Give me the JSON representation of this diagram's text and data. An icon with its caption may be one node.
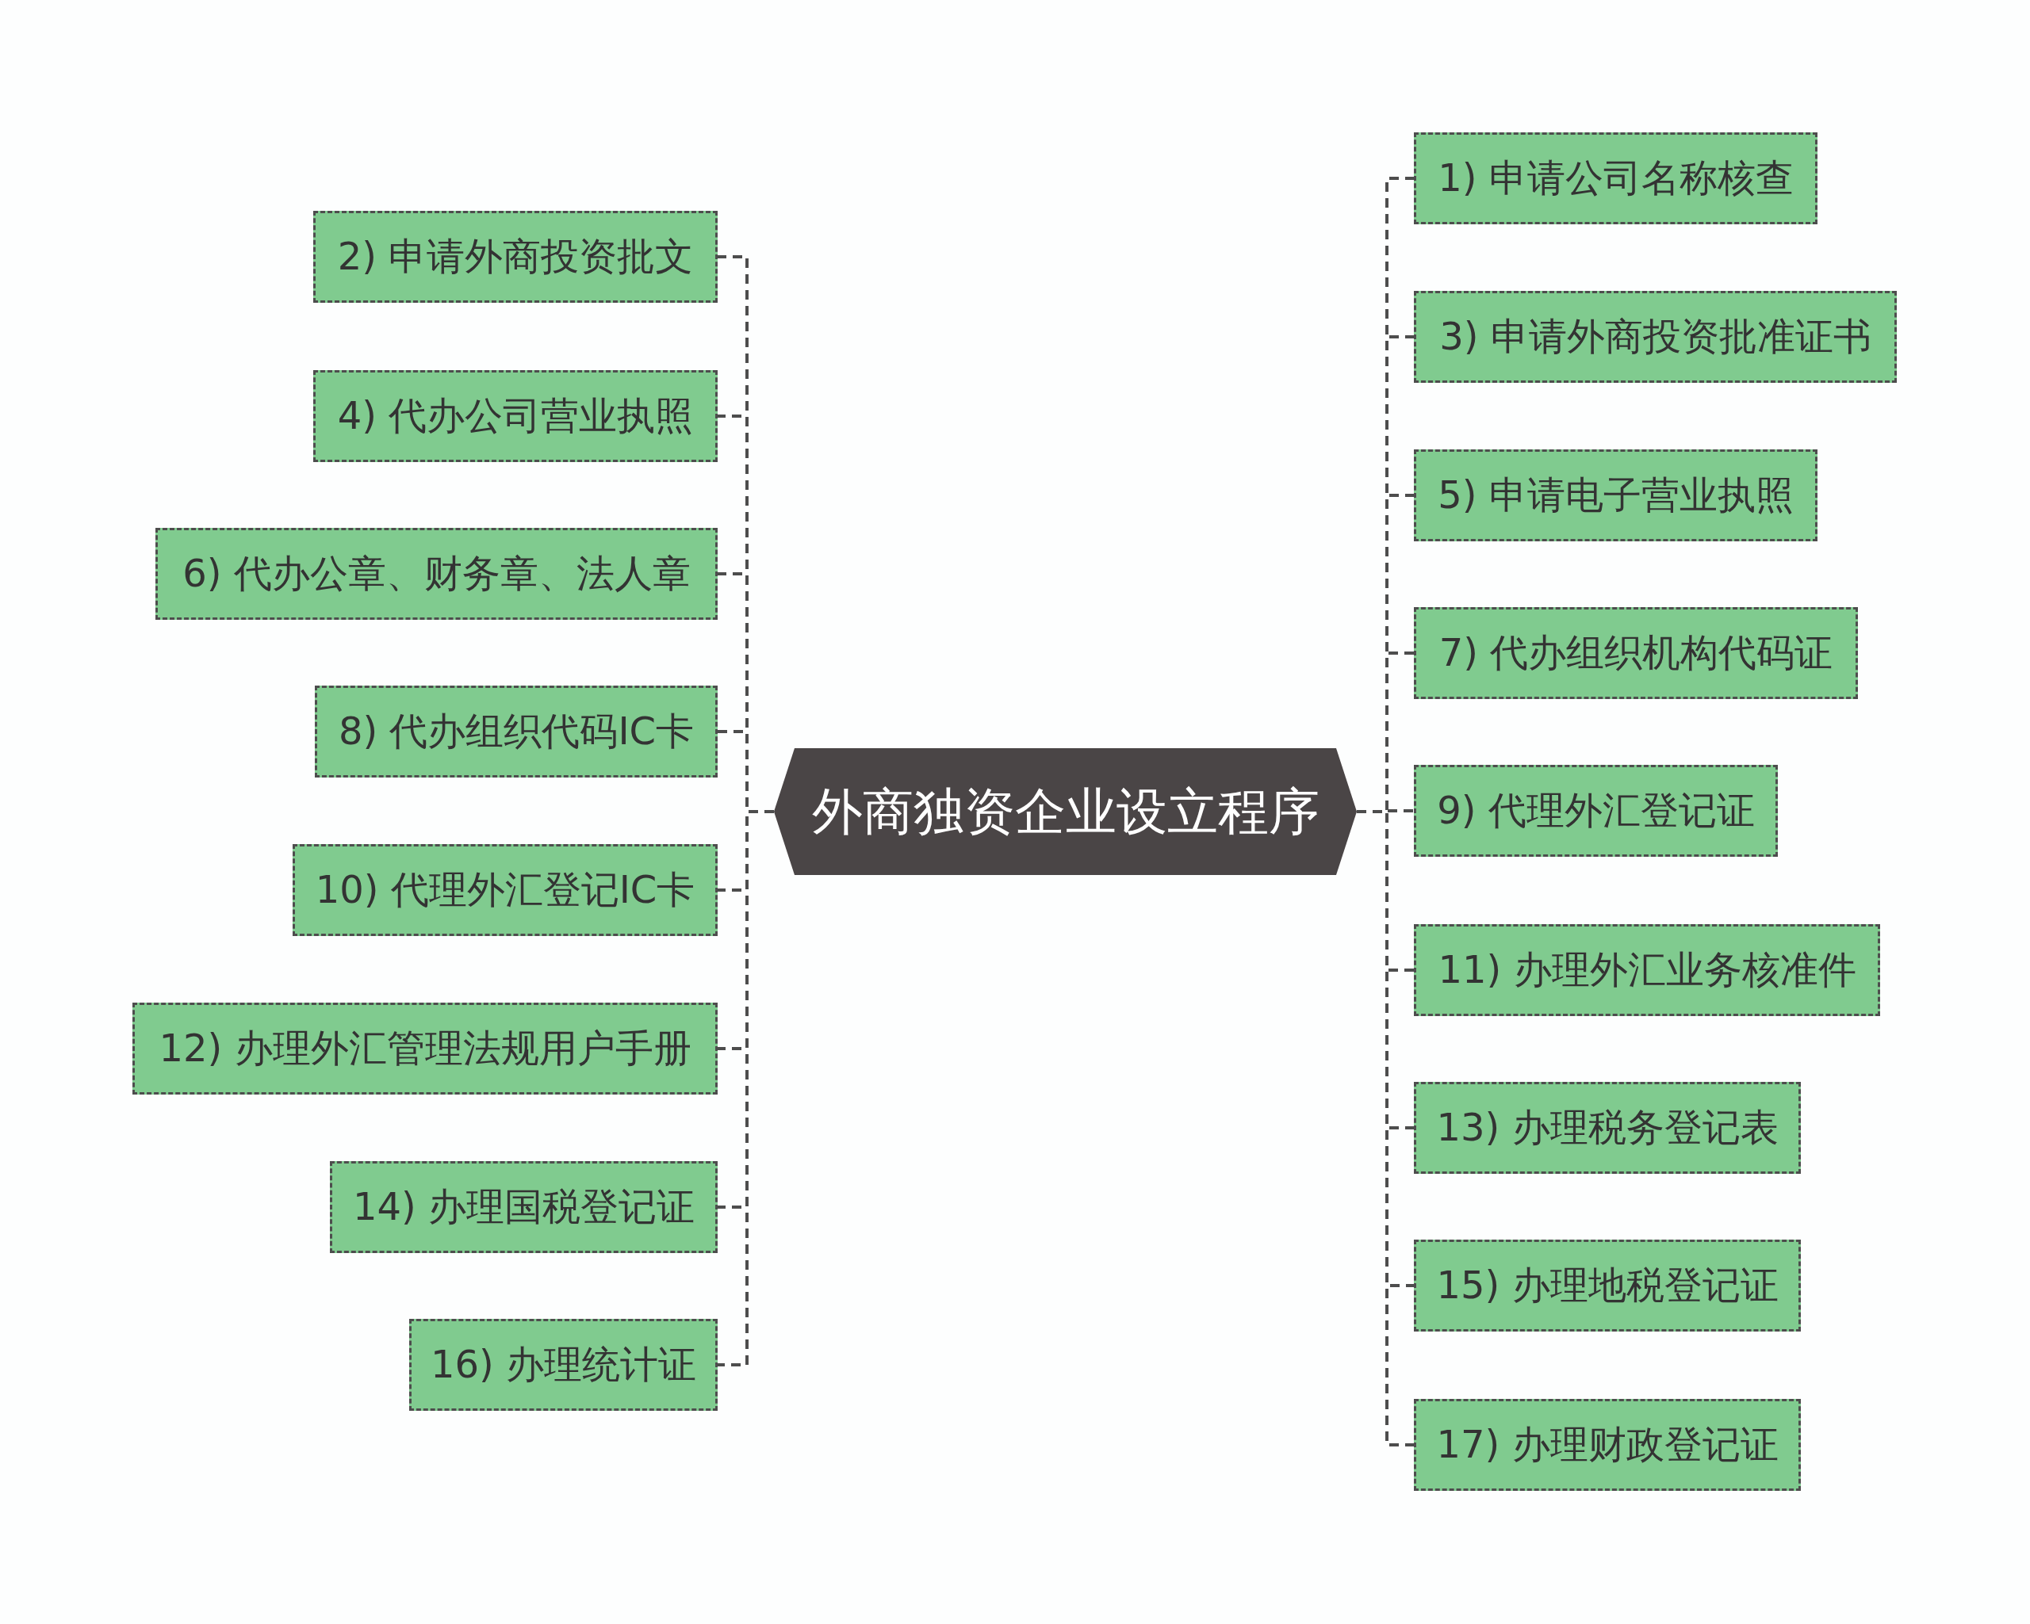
{
  "diagram": {
    "nodes": [
      {
        "text": [
          "外商独资企业设立程序"
        ]
      },
      {
        "text": [
          "1) 申请公司名称核查"
        ]
      },
      {
        "text": [
          "2) 申请外商投资批文"
        ]
      },
      {
        "text": [
          "3) 申请外商投资批准证书"
        ]
      },
      {
        "text": [
          "4) 代办公司营业执照"
        ]
      },
      {
        "text": [
          "5) 申请电子营业执照"
        ]
      },
      {
        "text": [
          "6) 代办公章、财务章、法人章"
        ]
      },
      {
        "text": [
          "7) 代办组织机构代码证"
        ]
      },
      {
        "text": [
          "8) 代办组织代码IC卡"
        ]
      },
      {
        "text": [
          "9) 代理外汇登记证"
        ]
      },
      {
        "text": [
          "10) 代理外汇登记IC卡"
        ]
      },
      {
        "text": [
          "11) 办理外汇业务核准件"
        ]
      },
      {
        "text": [
          "12) 办理外汇管理法规用户手册"
        ]
      },
      {
        "text": [
          "13) 办理税务登记表"
        ]
      },
      {
        "text": [
          "14) 办理国税登记证"
        ]
      },
      {
        "text": [
          "15) 办理地税登记证"
        ]
      },
      {
        "text": [
          "16) 办理统计证"
        ]
      },
      {
        "text": [
          "17) 办理财政登记证"
        ]
      }
    ],
    "edges": [
      {
        "from": 0,
        "to": 1,
        "arrow": "none",
        "style": "dashed"
      },
      {
        "from": 0,
        "to": 2,
        "arrow": "none",
        "style": "dashed"
      },
      {
        "from": 0,
        "to": 3,
        "arrow": "none",
        "style": "dashed"
      },
      {
        "from": 0,
        "to": 4,
        "arrow": "none",
        "style": "dashed"
      },
      {
        "from": 0,
        "to": 5,
        "arrow": "none",
        "style": "dashed"
      },
      {
        "from": 0,
        "to": 6,
        "arrow": "none",
        "style": "dashed"
      },
      {
        "from": 0,
        "to": 7,
        "arrow": "none",
        "style": "dashed"
      },
      {
        "from": 0,
        "to": 8,
        "arrow": "none",
        "style": "dashed"
      },
      {
        "from": 0,
        "to": 9,
        "arrow": "none",
        "style": "dashed"
      },
      {
        "from": 0,
        "to": 10,
        "arrow": "none",
        "style": "dashed"
      },
      {
        "from": 0,
        "to": 11,
        "arrow": "none",
        "style": "dashed"
      },
      {
        "from": 0,
        "to": 12,
        "arrow": "none",
        "style": "dashed"
      },
      {
        "from": 0,
        "to": 13,
        "arrow": "none",
        "style": "dashed"
      },
      {
        "from": 0,
        "to": 14,
        "arrow": "none",
        "style": "dashed"
      },
      {
        "from": 0,
        "to": 15,
        "arrow": "none",
        "style": "dashed"
      },
      {
        "from": 0,
        "to": 16,
        "arrow": "none",
        "style": "dashed"
      },
      {
        "from": 0,
        "to": 17,
        "arrow": "none",
        "style": "dashed"
      }
    ]
  }
}
